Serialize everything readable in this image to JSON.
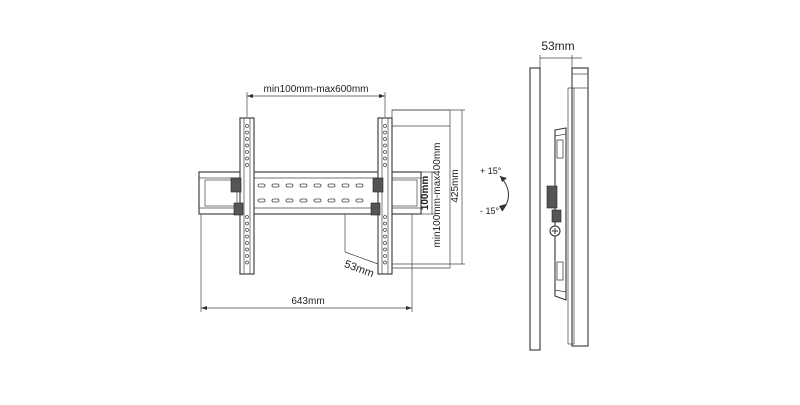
{
  "front_view": {
    "dim_width_range": "min100mm-max600mm",
    "dim_height_range": "min100mm-max400mm",
    "dim_height_total": "425mm",
    "dim_plate_height": "100mm",
    "dim_depth": "53mm",
    "dim_total_width": "643mm"
  },
  "tilt": {
    "up_label": "+ 15°",
    "down_label": "- 15°"
  },
  "side_view": {
    "dim_depth": "53mm"
  }
}
